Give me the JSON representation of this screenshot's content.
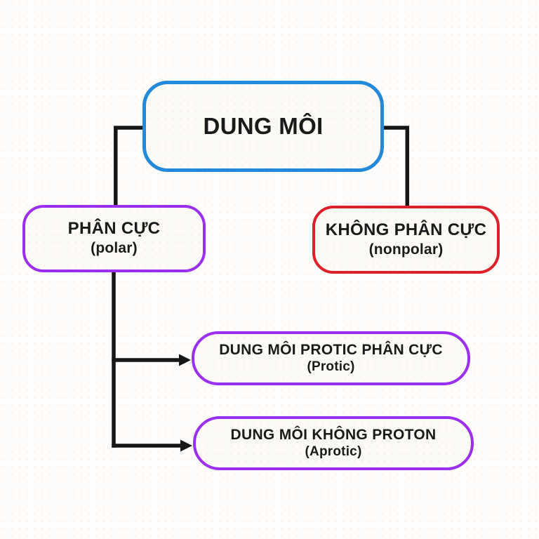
{
  "diagram": {
    "nodes": {
      "root": {
        "label": "DUNG MÔI",
        "sublabel": "",
        "border_color": "#2389d9"
      },
      "polar": {
        "label": "PHÂN CỰC",
        "sublabel": "(polar)",
        "border_color": "#9c2ef2"
      },
      "nonpolar": {
        "label": "KHÔNG PHÂN CỰC",
        "sublabel": "(nonpolar)",
        "border_color": "#de2029"
      },
      "protic": {
        "label": "DUNG MÔI PROTIC PHÂN CỰC",
        "sublabel": "(Protic)",
        "border_color": "#9c2ef2"
      },
      "aprotic": {
        "label": "DUNG MÔI KHÔNG PROTON",
        "sublabel": "(Aprotic)",
        "border_color": "#9c2ef2"
      }
    },
    "edges": [
      {
        "from": "root",
        "to": "polar",
        "arrow": false
      },
      {
        "from": "root",
        "to": "nonpolar",
        "arrow": false
      },
      {
        "from": "polar",
        "to": "protic",
        "arrow": true
      },
      {
        "from": "polar",
        "to": "aprotic",
        "arrow": true
      }
    ],
    "colors": {
      "connector": "#161616",
      "node_fill": "#fbfaf5",
      "text": "#1a1a1a",
      "root_border": "#2389d9",
      "polar_border": "#9c2ef2",
      "nonpolar_border": "#de2029"
    }
  }
}
